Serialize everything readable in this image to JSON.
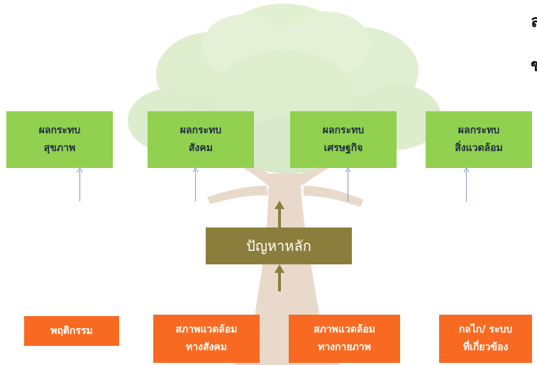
{
  "impact_boxes": [
    {
      "line1": "ผลกระทบ",
      "line2": "สุขภาพ"
    },
    {
      "line1": "ผลกระทบ",
      "line2": "สังคม"
    },
    {
      "line1": "ผลกระทบ",
      "line2": "เศรษฐกิจ"
    },
    {
      "line1": "ผลกระทบ",
      "line2": "สิ่งแวดล้อม"
    }
  ],
  "core_problem": "ปัญหาหลัก",
  "cause_boxes": [
    {
      "line1": "พฤติกรรม",
      "line2": ""
    },
    {
      "line1": "สภาพแวดล้อม",
      "line2": "ทางสังคม"
    },
    {
      "line1": "สภาพแวดล้อม",
      "line2": "ทางกายภาพ"
    },
    {
      "line1": "กลไก/ ระบบ",
      "line2": "ที่เกี่ยวข้อง"
    }
  ],
  "cut_off_text": [
    "ล",
    "ข"
  ],
  "colors": {
    "impact_box": "#92d050",
    "cause_box": "#f86a22",
    "core_box": "#8b7d3c",
    "arrow_thin": "#8fa3c7",
    "arrow_thick": "#8b7d3c"
  }
}
